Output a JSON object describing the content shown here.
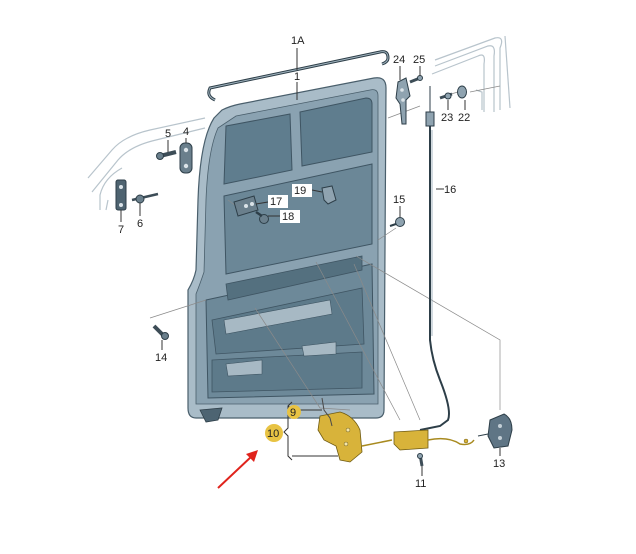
{
  "diagram": {
    "title": "Sliding door exploded parts diagram",
    "colors": {
      "door_panel": "#5f7d8e",
      "door_frame": "#a9bcc8",
      "door_dark": "#3f5563",
      "latch_gold": "#d8b33a",
      "highlight_badge": "#e8c343",
      "arrow": "#e0231c",
      "leader": "#333333",
      "dashed": "#888888"
    },
    "labels": [
      {
        "id": "1",
        "text": "1"
      },
      {
        "id": "1A",
        "text": "1A"
      },
      {
        "id": "4",
        "text": "4"
      },
      {
        "id": "5",
        "text": "5"
      },
      {
        "id": "6",
        "text": "6"
      },
      {
        "id": "7",
        "text": "7"
      },
      {
        "id": "9",
        "text": "9",
        "highlighted": true
      },
      {
        "id": "10",
        "text": "10",
        "highlighted": true
      },
      {
        "id": "11",
        "text": "11"
      },
      {
        "id": "13",
        "text": "13"
      },
      {
        "id": "14",
        "text": "14"
      },
      {
        "id": "15",
        "text": "15"
      },
      {
        "id": "16",
        "text": "16"
      },
      {
        "id": "17",
        "text": "17"
      },
      {
        "id": "18",
        "text": "18"
      },
      {
        "id": "19",
        "text": "19"
      },
      {
        "id": "22",
        "text": "22"
      },
      {
        "id": "23",
        "text": "23"
      },
      {
        "id": "24",
        "text": "24"
      },
      {
        "id": "25",
        "text": "25"
      }
    ],
    "pointer": {
      "target": "10",
      "color": "#e0231c"
    }
  }
}
